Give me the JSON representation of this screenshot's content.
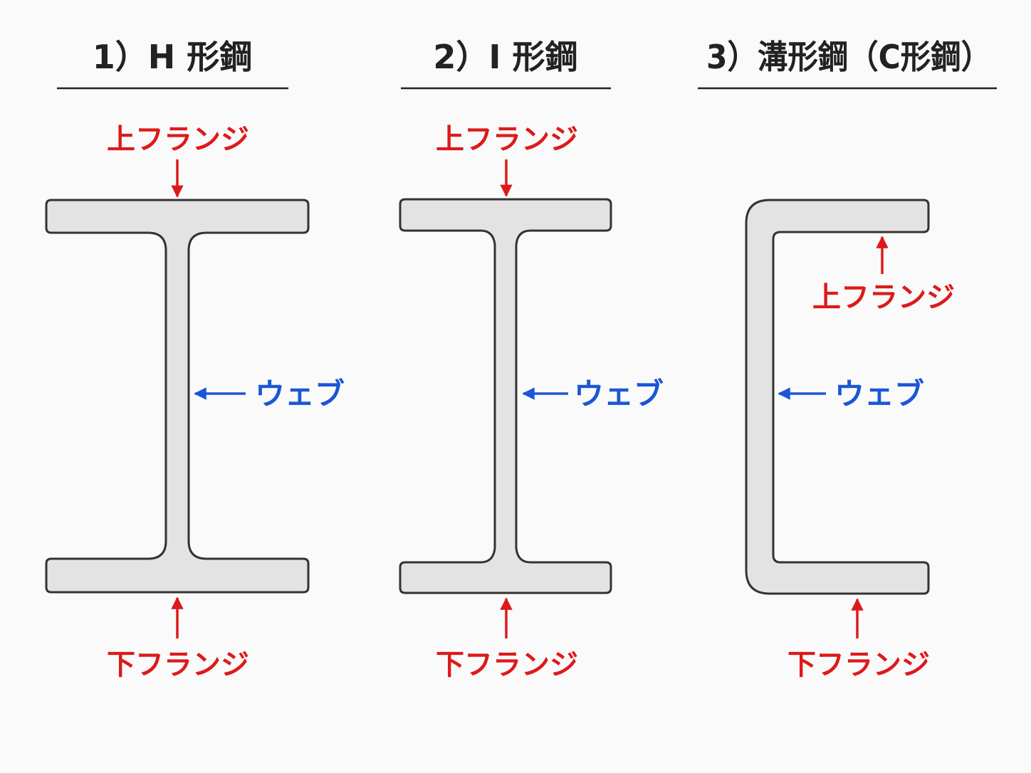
{
  "colors": {
    "flange_label": "#dd1a1a",
    "web_label": "#1a56d6",
    "section_fill": "#e3e3e3",
    "section_stroke": "#333333",
    "title": "#222222",
    "background": "#fafafa"
  },
  "sections": [
    {
      "title": "1）H 形鋼",
      "top_flange_label": "上フランジ",
      "web_label": "ウェブ",
      "bottom_flange_label": "下フランジ"
    },
    {
      "title": "2）I 形鋼",
      "top_flange_label": "上フランジ",
      "web_label": "ウェブ",
      "bottom_flange_label": "下フランジ"
    },
    {
      "title": "3）溝形鋼（C形鋼）",
      "top_flange_label": "上フランジ",
      "web_label": "ウェブ",
      "bottom_flange_label": "下フランジ"
    }
  ]
}
